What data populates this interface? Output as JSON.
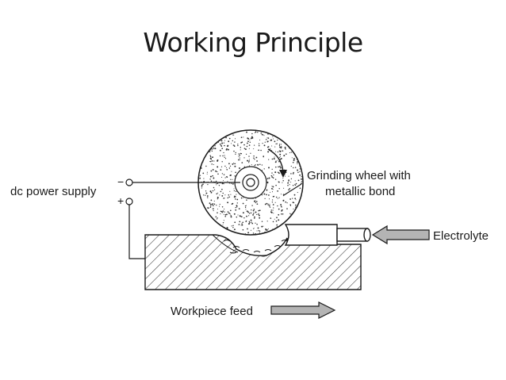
{
  "slide": {
    "title": "Working Principle"
  },
  "diagram": {
    "labels": {
      "power_supply": "dc power supply",
      "minus": "−",
      "plus": "+",
      "wheel_line1": "Grinding wheel with",
      "wheel_line2": "metallic bond",
      "electrolyte": "Electrolyte",
      "workpiece_feed": "Workpiece feed"
    },
    "colors": {
      "line": "#1a1a1a",
      "arrow_fill": "#b4b4b4",
      "hatch": "#333333"
    }
  }
}
